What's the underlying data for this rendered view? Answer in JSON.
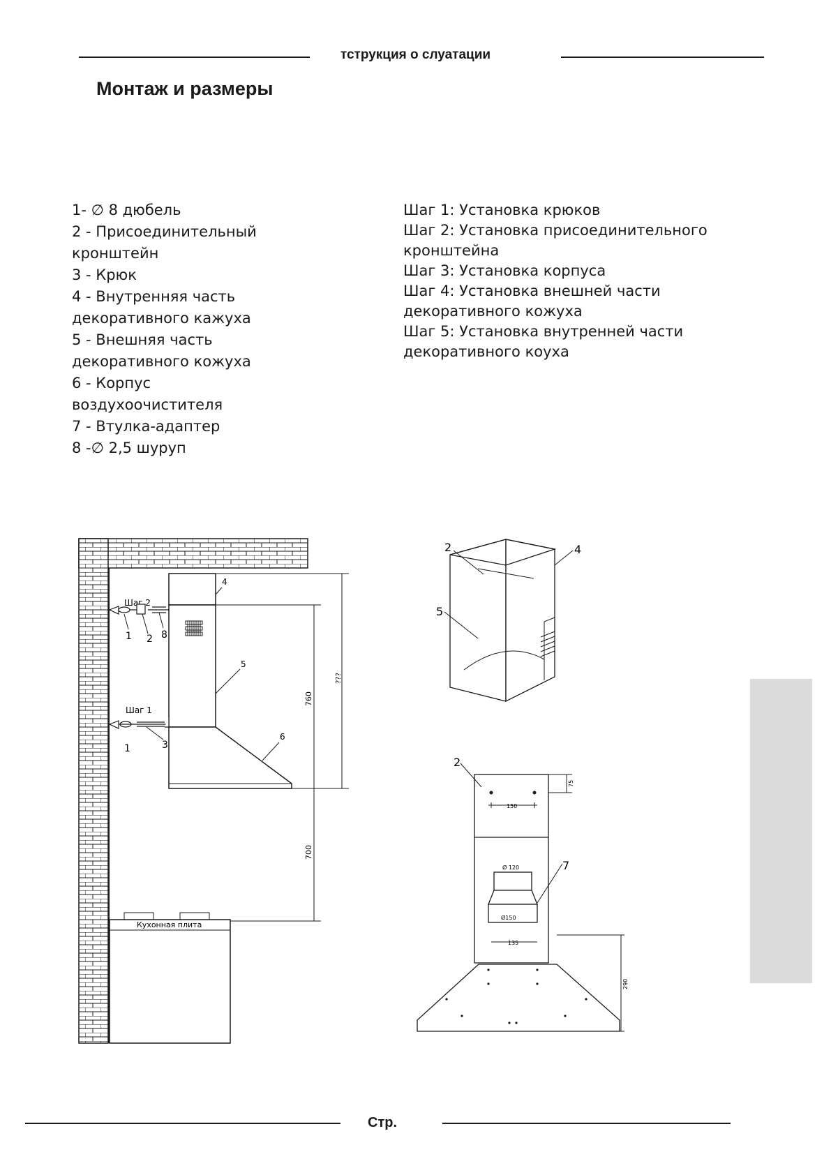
{
  "header": {
    "title": "тструкция о слуатации"
  },
  "page_title": "Монтаж и размеры",
  "parts": [
    "1- ∅ 8 дюбель",
    "2 - Присоединительный\nкронштейн",
    "3 - Крюк",
    "4 - Внутренняя часть\nдекоративного кажуха",
    "5 - Внешняя часть\nдекоративного кожуха",
    "6 - Корпус\nвоздухоочистителя",
    "7 - Втулка-адаптер",
    "8 -∅ 2,5 шуруп"
  ],
  "steps": [
    "Шаг 1: Установка крюков",
    "Шаг 2: Установка присоединительного\nкронштейна",
    "Шаг 3: Установка корпуса",
    "Шаг 4: Установка внешней части\nдекоративного кожуха",
    "Шаг 5: Установка внутренней части\nдекоративного коуха"
  ],
  "drawing_left": {
    "step2_label": "Шаг 2",
    "step1_label": "Шаг 1",
    "callouts": [
      "1",
      "2",
      "8",
      "4",
      "5",
      "1",
      "3",
      "6"
    ],
    "dim_760": "760",
    "dim_total": "???",
    "dim_700": "700",
    "stove_label": "Кухонная плита"
  },
  "drawing_top_right": {
    "callouts": [
      "2",
      "4",
      "5"
    ]
  },
  "drawing_bottom_right": {
    "callouts": [
      "2",
      "7"
    ],
    "dim_75": "75",
    "dim_150": "150",
    "dim_d120": "Ø 120",
    "dim_d150": "Ø150",
    "dim_135": "135",
    "dim_290": "290"
  },
  "footer": {
    "page_label": "Стр."
  }
}
